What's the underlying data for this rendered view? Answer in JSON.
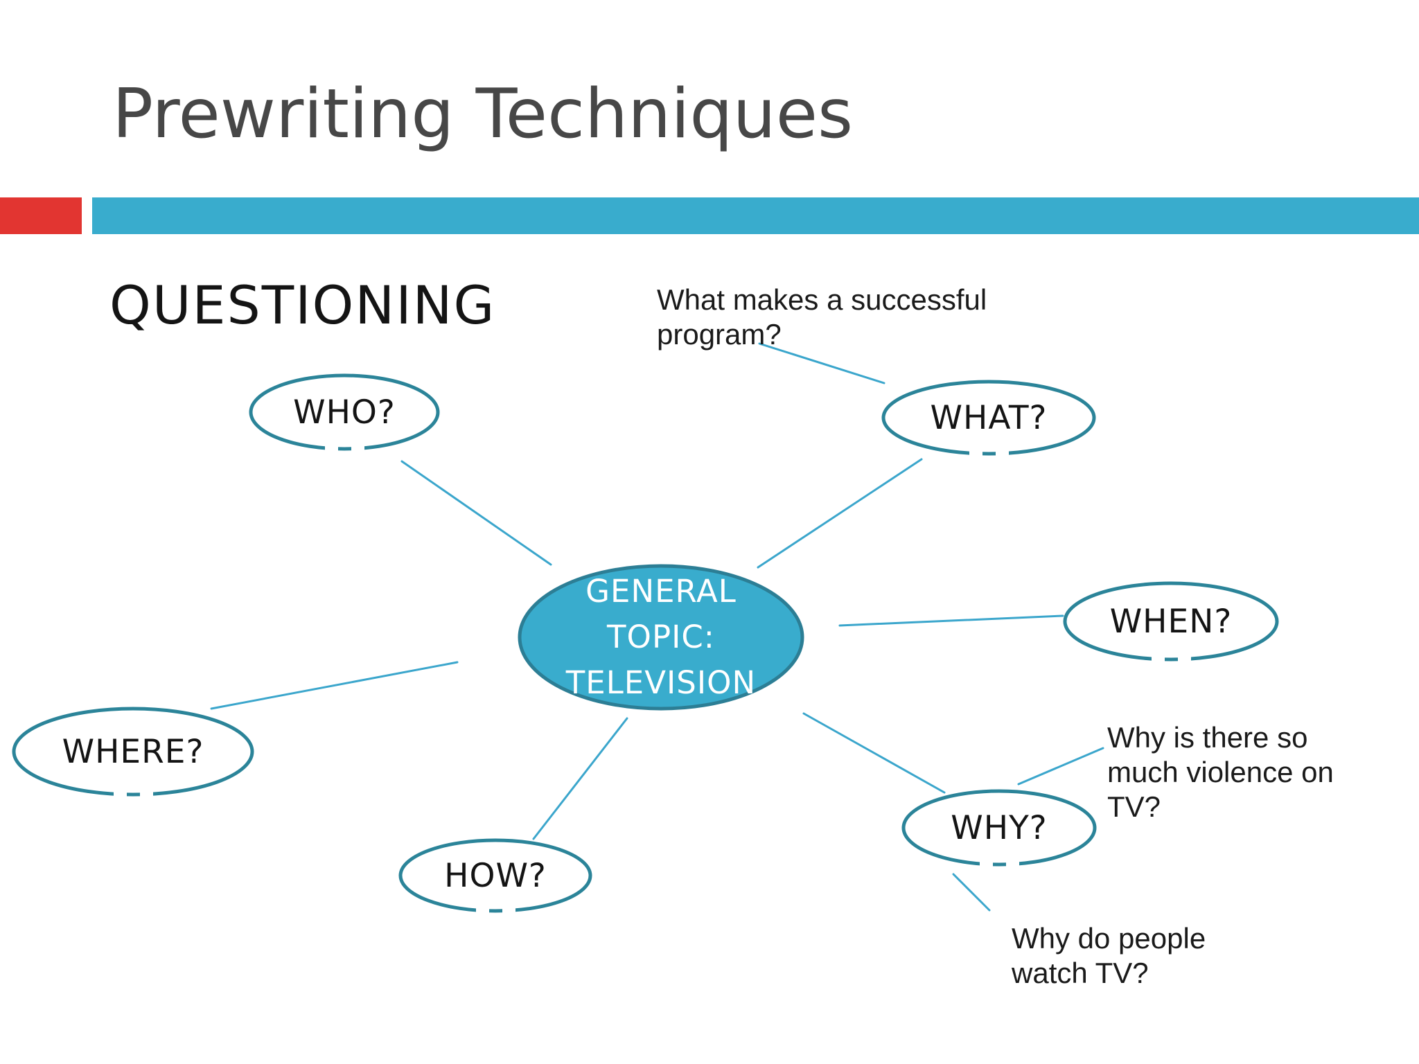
{
  "slide": {
    "title": "Prewriting Techniques",
    "section_label": "QUESTIONING"
  },
  "colors": {
    "accent_teal": "#39ACCD",
    "accent_red": "#E23531",
    "bubble_outline_teal": "#2B8499",
    "central_fill_teal": "#39ACCD",
    "central_outline_teal": "#2C7E95",
    "connector_blue": "#3BA6CC",
    "title_gray": "#474747",
    "text_black": "#141414"
  },
  "diagram": {
    "center": {
      "label": "GENERAL\nTOPIC:\nTELEVISION"
    },
    "nodes": [
      {
        "id": "who",
        "label": "WHO?"
      },
      {
        "id": "what",
        "label": "WHAT?"
      },
      {
        "id": "when",
        "label": "WHEN?"
      },
      {
        "id": "where",
        "label": "WHERE?"
      },
      {
        "id": "how",
        "label": "HOW?"
      },
      {
        "id": "why",
        "label": "WHY?"
      }
    ],
    "annotations": [
      {
        "id": "what-note",
        "text": "What makes a successful\nprogram?"
      },
      {
        "id": "why-violence-note",
        "text": "Why is there so\nmuch violence on\nTV?"
      },
      {
        "id": "why-watch-note",
        "text": "Why do people\nwatch TV?"
      }
    ]
  }
}
